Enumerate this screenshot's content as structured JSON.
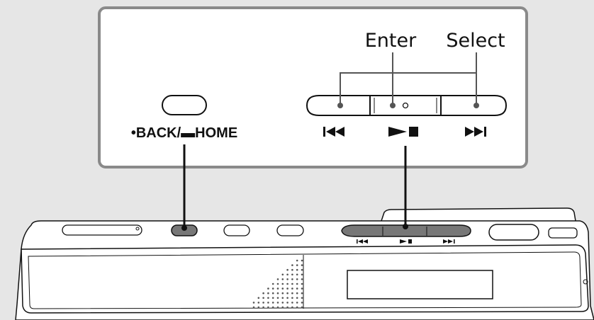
{
  "labels": {
    "enter": "Enter",
    "select": "Select",
    "back_home": "•BACK/▬HOME"
  },
  "icons": {
    "prev": "previous-track-icon",
    "play_stop": "play-stop-icon",
    "next": "next-track-icon"
  },
  "colors": {
    "background": "#e6e6e6",
    "panel": "#ffffff",
    "outline": "#111111",
    "panel_border": "#8a8a8a",
    "button_fill": "#777777",
    "dot": "#555555"
  }
}
